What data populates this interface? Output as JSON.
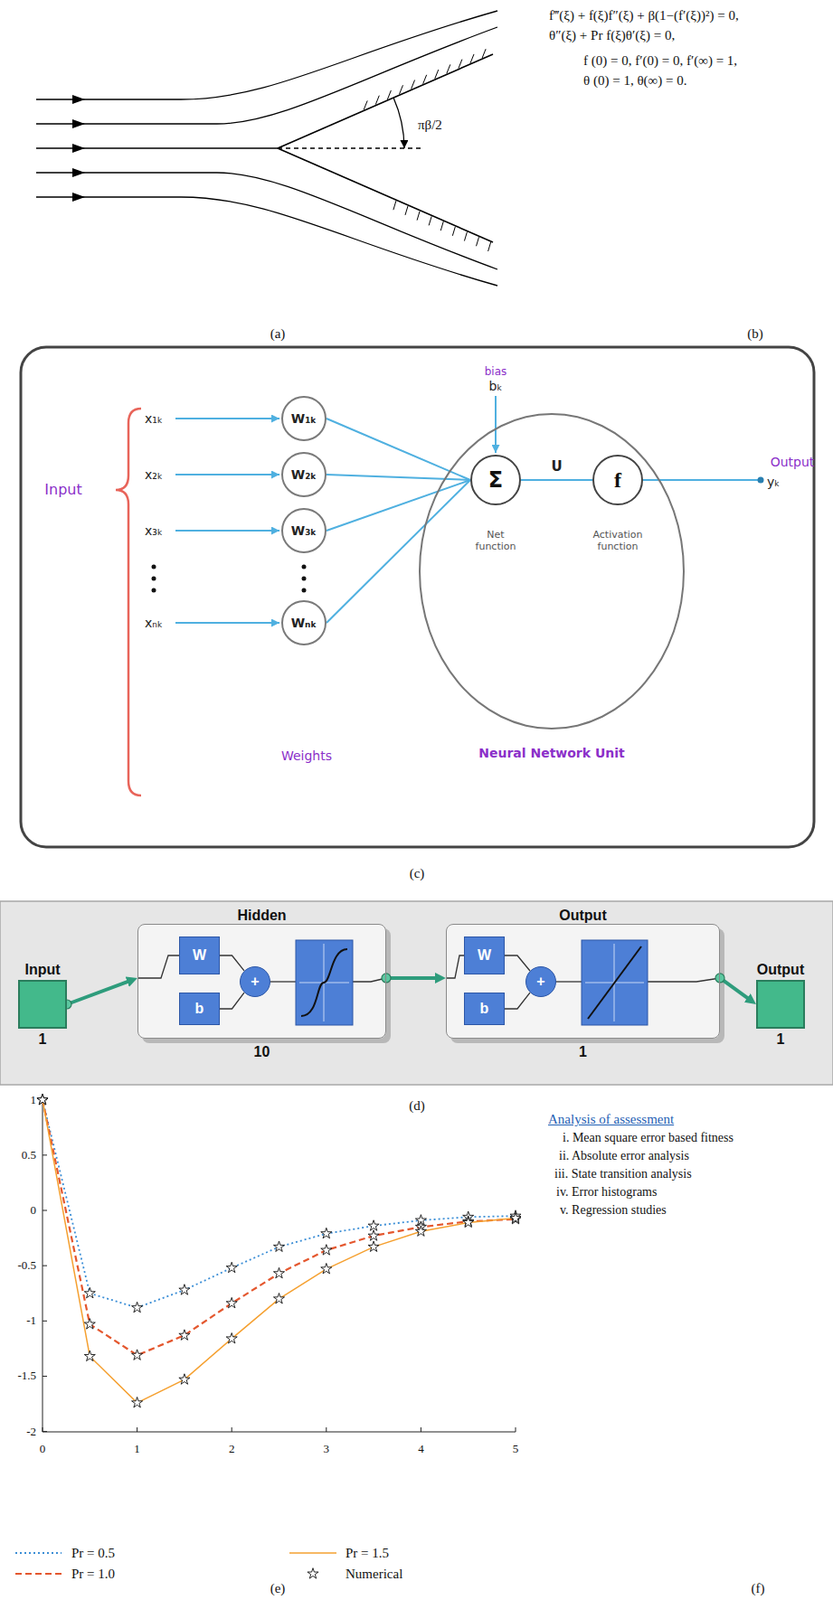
{
  "diagram": {
    "nodes": [
      {
        "text": [
          "W₁ₖ"
        ]
      },
      {
        "text": [
          "W₂ₖ"
        ]
      },
      {
        "text": [
          "W₃ₖ"
        ]
      },
      {
        "text": [
          "Wₙₖ"
        ]
      },
      {
        "text": [
          "Neural Network Unit"
        ]
      },
      {
        "text": [
          "Σ",
          "Net function"
        ],
        "in": 4
      },
      {
        "text": [
          "f",
          "Activation function"
        ],
        "in": 4
      },
      {
        "text": [
          "Input",
          "1"
        ]
      },
      {
        "text": [
          "Hidden",
          "10"
        ]
      },
      {
        "text": [
          "W"
        ],
        "in": 8
      },
      {
        "text": [
          "b"
        ],
        "in": 8
      },
      {
        "text": [
          "+"
        ],
        "in": 8
      },
      {
        "text": [
          "Output",
          "1"
        ]
      },
      {
        "text": [
          "W"
        ],
        "in": 12
      },
      {
        "text": [
          "b"
        ],
        "in": 12
      },
      {
        "text": [
          "+"
        ],
        "in": 12
      },
      {
        "text": [
          "Output",
          "1"
        ]
      }
    ],
    "edges": [
      {
        "from": 0,
        "to": 5,
        "arrow": "none"
      },
      {
        "from": 1,
        "to": 5,
        "arrow": "none"
      },
      {
        "from": 2,
        "to": 5,
        "arrow": "none"
      },
      {
        "from": 3,
        "to": 5,
        "arrow": "none"
      },
      {
        "from": 5,
        "to": 6,
        "arrow": "none",
        "label": "U"
      },
      {
        "from": 7,
        "to": 8,
        "arrow": "to"
      },
      {
        "from": 8,
        "to": 12,
        "arrow": "to"
      },
      {
        "from": 12,
        "to": 16,
        "arrow": "to"
      },
      {
        "from": 9,
        "to": 11,
        "arrow": "none"
      },
      {
        "from": 10,
        "to": 11,
        "arrow": "none"
      },
      {
        "from": 13,
        "to": 15,
        "arrow": "none"
      },
      {
        "from": 14,
        "to": 15,
        "arrow": "none"
      }
    ],
    "labels": [
      "πβ/2",
      "(a)",
      "f‴(ξ) + f(ξ)f″(ξ) + β(1−(f′(ξ))²) = 0,",
      "θ″(ξ) + Pr f(ξ)θ′(ξ) = 0,",
      "f (0) = 0, f′(0) = 0, f′(∞) = 1,",
      "θ (0) = 1, θ(∞) = 0.",
      "(b)",
      "Input",
      "x₁ₖ",
      "x₂ₖ",
      "x₃ₖ",
      "xₙₖ",
      "bias",
      "bₖ",
      "Output",
      "yₖ",
      "Weights",
      "(c)",
      "(d)",
      "1",
      "0.5",
      "0",
      "-0.5",
      "-1",
      "-1.5",
      "-2",
      "0",
      "1",
      "2",
      "3",
      "4",
      "5",
      "(e)",
      "Analysis of assessment",
      "i. Mean square error based fitness",
      "ii. Absolute error analysis",
      "iii. State transition analysis",
      "iv. Error histograms",
      "v. Regression studies",
      "(f)"
    ],
    "legend": [
      {
        "text": "Pr = 0.5"
      },
      {
        "text": "Pr = 1.5"
      },
      {
        "text": "Pr = 1.0"
      },
      {
        "text": "Numerical"
      }
    ]
  }
}
